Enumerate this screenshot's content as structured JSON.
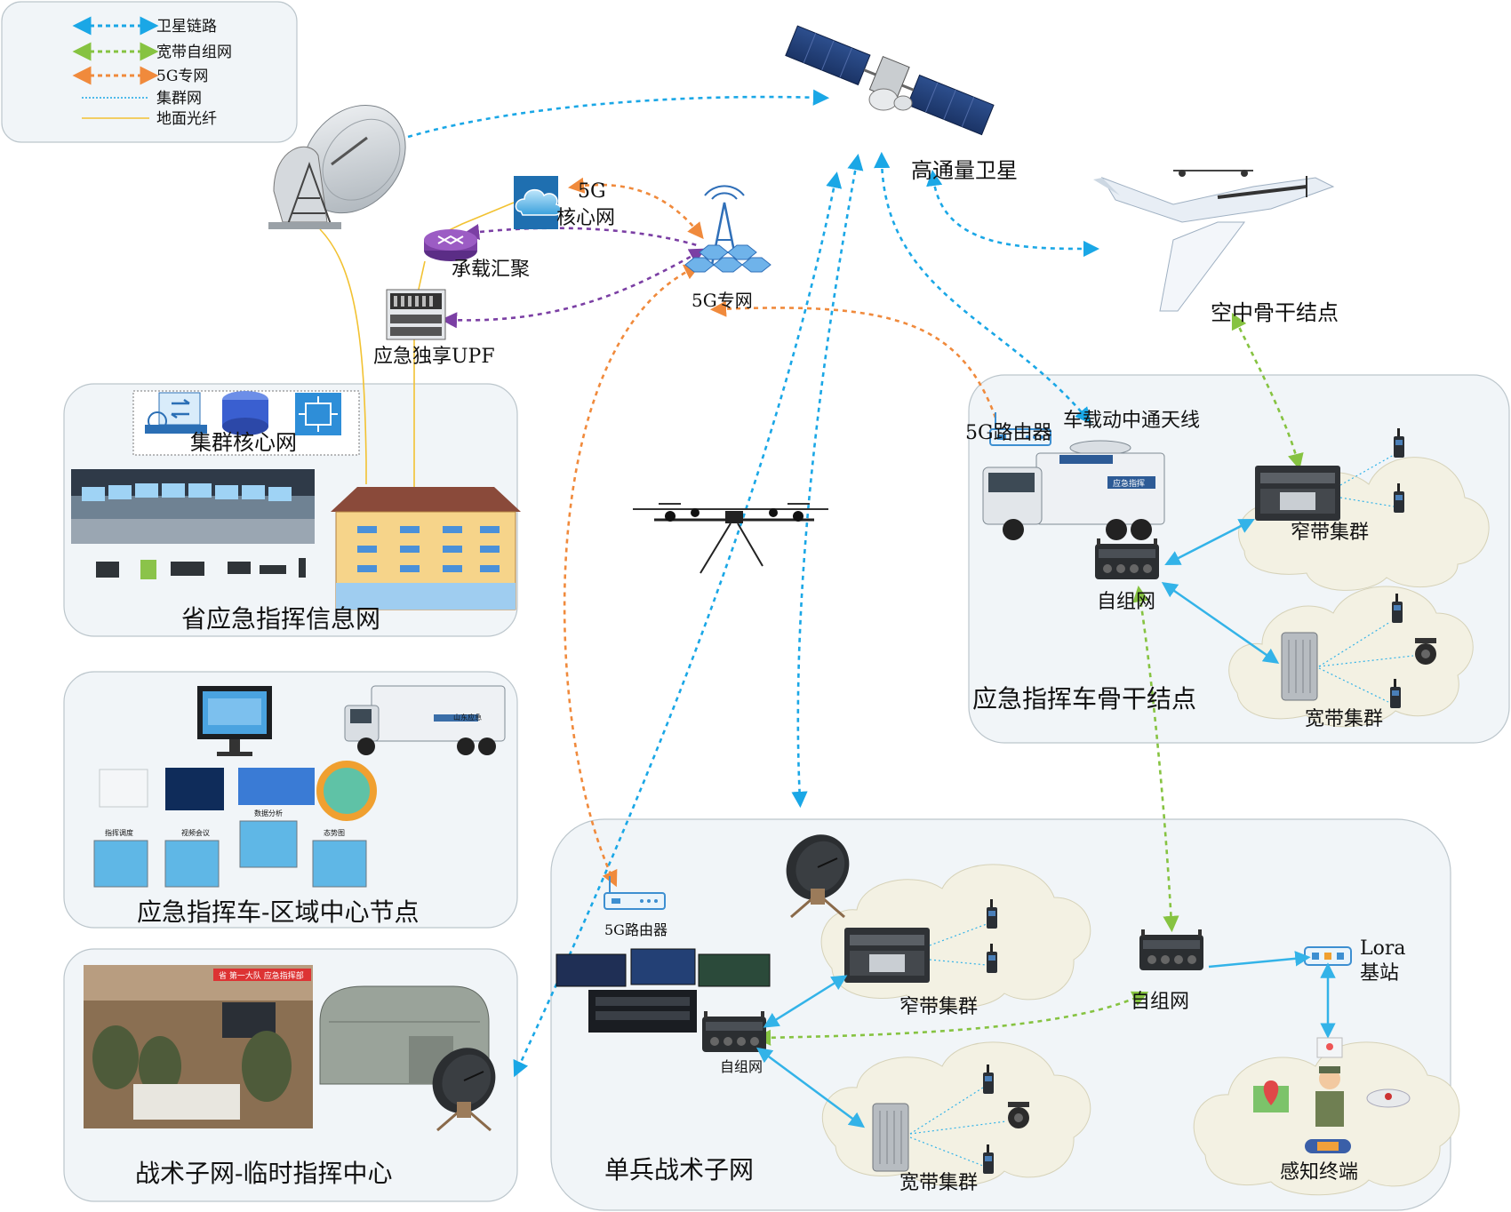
{
  "legend": {
    "satellite_link": "卫星链路",
    "broadband_mesh": "宽带自组网",
    "private_5g": "5G专网",
    "trunking": "集群网",
    "fiber": "地面光纤"
  },
  "colors": {
    "satellite": "#1aa7e6",
    "mesh": "#86c341",
    "five_g": "#f08a3c",
    "purple": "#7b3fa4",
    "fiber": "#f2c232",
    "panel": "#f1f5f8",
    "cloud": "#f3f1e3"
  },
  "labels": {
    "hts_satellite": "高通量卫星",
    "air_backbone": "空中骨干结点",
    "core_5g_line1": "5G",
    "core_5g_line2": "核心网",
    "bearer_aggregation": "承载汇聚",
    "private_5g_tower": "5G专网",
    "upf": "应急独享UPF",
    "trunk_core": "集群核心网",
    "province_net": "省应急指挥信息网",
    "regional_node": "应急指挥车-区域中心节点",
    "temp_command": "战术子网-临时指挥中心",
    "router_5g_top": "5G路由器",
    "vehicle_antenna": "车载动中通天线",
    "mesh_top": "自组网",
    "narrow_top": "窄带集群",
    "broad_top": "宽带集群",
    "vehicle_backbone": "应急指挥车骨干结点",
    "router_5g_bottom": "5G路由器",
    "mesh_bottom_left": "自组网",
    "narrow_bottom": "窄带集群",
    "broad_bottom": "宽带集群",
    "mesh_bottom_mid": "自组网",
    "lora_line1": "Lora",
    "lora_line2": "基站",
    "sensing_terminal": "感知终端",
    "soldier_net": "单兵战术子网",
    "vehicle_banner": "应急指挥",
    "tent_banner": "山东应急",
    "screen_1": "指挥调度",
    "screen_2": "视频会议",
    "screen_3": "数据分析",
    "screen_4": "态势图",
    "monitor_strip": "省 第一大队 应急指挥部"
  },
  "icons": {
    "satellite": "satellite-icon",
    "dish": "satellite-dish-icon",
    "cloud": "cloud-core-icon",
    "router": "router-icon",
    "tower": "cell-tower-icon",
    "server": "server-rack-icon",
    "drone": "quadcopter-drone-icon",
    "uav": "fixed-wing-uav-icon",
    "truck": "command-vehicle-icon",
    "radio": "handheld-radio-icon",
    "building": "building-icon",
    "tent": "tent-icon",
    "camera": "ptz-camera-icon"
  }
}
